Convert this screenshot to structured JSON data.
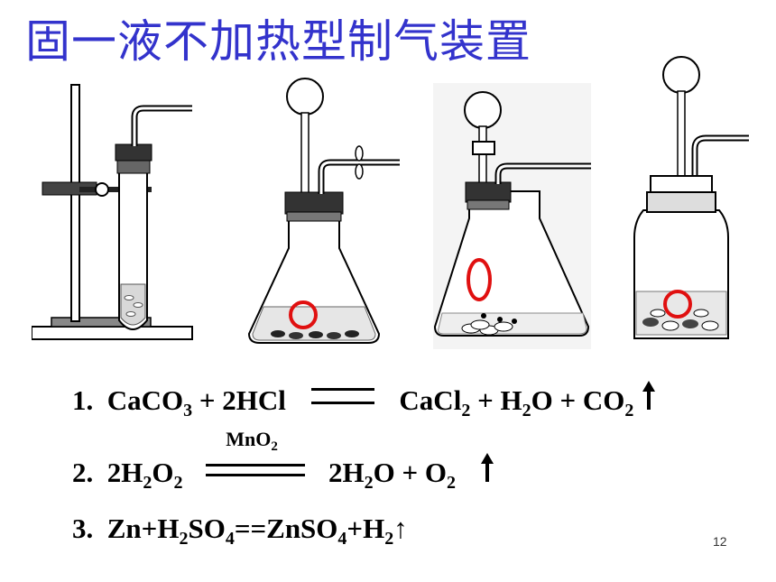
{
  "title": "固一液不加热型制气装置",
  "equations": {
    "eq1": {
      "num": "1.",
      "lhs_a": "CaCO",
      "lhs_a_sub": "3",
      "plus1": "+ 2HCl",
      "rhs_a": "CaCl",
      "rhs_a_sub": "2",
      "plus2": "+ H",
      "rhs_b_sub": "2",
      "rhs_b": "O",
      "plus3": "+ CO",
      "rhs_c_sub": "2"
    },
    "eq2": {
      "num": "2.",
      "lhs": "2H",
      "lhs_sub1": "2",
      "lhs_mid": "O",
      "lhs_sub2": "2",
      "catalyst": "MnO",
      "catalyst_sub": "2",
      "rhs": "2H",
      "rhs_sub1": "2",
      "rhs_mid": "O + O",
      "rhs_sub2": "2"
    },
    "eq3": {
      "num": "3.",
      "text_a": "Zn+H",
      "sub1": "2",
      "text_b": "SO",
      "sub2": "4",
      "text_c": "==ZnSO",
      "sub3": "4",
      "text_d": "+H",
      "sub4": "2",
      "arrow": "↑"
    }
  },
  "page_number": "12",
  "colors": {
    "title": "#3333cc",
    "highlight": "#e01010"
  }
}
